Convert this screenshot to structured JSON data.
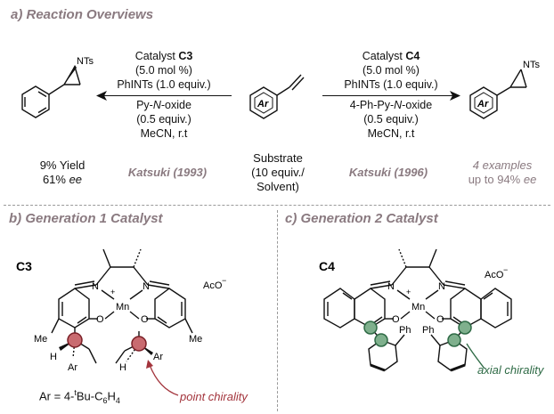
{
  "section_a": {
    "title": "a) Reaction Overviews",
    "left_conditions": {
      "catalyst_prefix": "Catalyst ",
      "catalyst": "C3",
      "loading": "(5.0 mol %)",
      "oxidant": "PhINTs (1.0 equiv.)",
      "additive_prefix": "Py-",
      "additive_n": "N",
      "additive_suffix": "-oxide",
      "additive_amount": "(0.5 equiv.)",
      "solvent": "MeCN, r.t"
    },
    "right_conditions": {
      "catalyst_prefix": "Catalyst ",
      "catalyst": "C4",
      "loading": "(5.0 mol %)",
      "oxidant": "PhINTs (1.0 equiv.)",
      "additive_prefix": "4-Ph-Py-",
      "additive_n": "N",
      "additive_suffix": "-oxide",
      "additive_amount": "(0.5 equiv.)",
      "solvent": "MeCN, r.t"
    },
    "left_product_label": "NTs",
    "right_product_label": "NTs",
    "substrate_ar": "Ar",
    "right_product_ar": "Ar",
    "left_result": {
      "yield": "9% Yield",
      "ee_value": "61% ",
      "ee_unit": "ee"
    },
    "left_reference": "Katsuki (1993)",
    "substrate_note": {
      "line1": "Substrate",
      "line2": "(10 equiv./",
      "line3": "Solvent)"
    },
    "right_reference": "Katsuki (1996)",
    "right_result": {
      "line1": "4 examples",
      "line2_value": "up to 94% ",
      "line2_unit": "ee"
    }
  },
  "section_b": {
    "title": "b) Generation 1 Catalyst",
    "catalyst_label": "C3",
    "counterion": "AcO",
    "counterion_charge": "−",
    "metal": "Mn",
    "plus": "+",
    "atom_N": "N",
    "atom_O": "O",
    "methyl": "Me",
    "hydrogen": "H",
    "aryl": "Ar",
    "ar_definition": {
      "prefix": "Ar = 4-",
      "super_t": "t",
      "middle": "Bu-C",
      "sub_6": "6",
      "h": "H",
      "sub_4": "4"
    },
    "annotation": "point chirality"
  },
  "section_c": {
    "title": "c) Generation 2 Catalyst",
    "catalyst_label": "C4",
    "counterion": "AcO",
    "counterion_charge": "−",
    "metal": "Mn",
    "plus": "+",
    "atom_N": "N",
    "atom_O": "O",
    "phenyl": "Ph",
    "annotation": "axial chirality"
  },
  "colors": {
    "title_grey": "#8a7a80",
    "point_chirality_red": "#a3343c",
    "axial_chirality_green": "#2e6a45",
    "divider": "#9a9a9a"
  }
}
